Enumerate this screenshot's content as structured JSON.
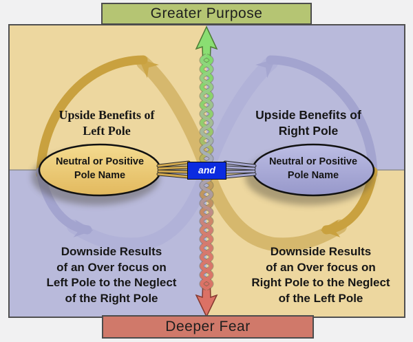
{
  "header": {
    "label": "Greater Purpose"
  },
  "footer": {
    "label": "Deeper Fear"
  },
  "center": {
    "label": "and"
  },
  "quadrants": {
    "top_left": {
      "lines": [
        "Upside Benefits of",
        "Left Pole"
      ]
    },
    "top_right": {
      "lines": [
        "Upside Benefits of",
        "Right Pole"
      ]
    },
    "bottom_left": {
      "lines": [
        "Downside Results",
        "of an Over focus on",
        "Left Pole to the Neglect",
        "of the Right Pole"
      ]
    },
    "bottom_right": {
      "lines": [
        "Downside Results",
        "of an Over focus on",
        "Right Pole to the Neglect",
        "of the Left Pole"
      ]
    }
  },
  "poles": {
    "left": {
      "lines": [
        "Neutral or Positive",
        "Pole Name"
      ]
    },
    "right": {
      "lines": [
        "Neutral or Positive",
        "Pole Name"
      ]
    }
  },
  "icons": {
    "up_arrow": "upward-helix-arrow",
    "down_arrow": "downward-helix-arrow",
    "left_loop": "counterclockwise-loop-arrow",
    "right_loop": "clockwise-loop-arrow"
  },
  "colors": {
    "page_bg": "#f1f1f2",
    "greater_purpose_bg": "#b5c573",
    "deeper_fear_bg": "#d0796a",
    "tan_quadrant": "#edd79f",
    "lavender_quadrant": "#b9badb",
    "gold_arrow": "#c9a13f",
    "lavender_arrow": "#a3a4cf",
    "left_pole_fill": "#ecca7a",
    "right_pole_fill": "#a9aad8",
    "and_bg": "#0b2be0",
    "up_arrow_green": "#8ade72",
    "down_arrow_red": "#db7165"
  }
}
